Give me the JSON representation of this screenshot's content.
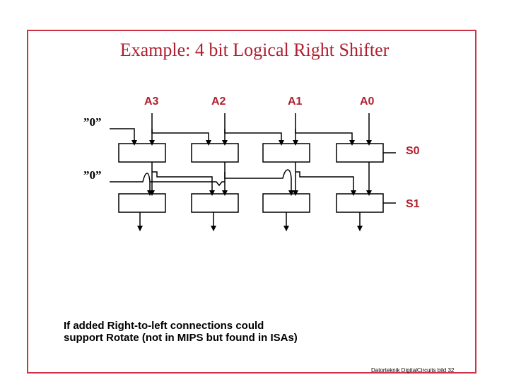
{
  "slide": {
    "title": "Example: 4 bit Logical Right Shifter",
    "inputs": [
      "A3",
      "A2",
      "A1",
      "A0"
    ],
    "zero_top": "”0”",
    "zero_bottom": "”0”",
    "select_s0": "S0",
    "select_s1": "S1",
    "note_line1": "If added Right-to-left connections could",
    "note_line2": "support Rotate (not in MIPS but found in ISAs)",
    "footer": "Datorteknik DigitalCircuits bild 32"
  },
  "colors": {
    "frame": "#cc3344",
    "accent": "#b02030",
    "wire": "#000000"
  }
}
